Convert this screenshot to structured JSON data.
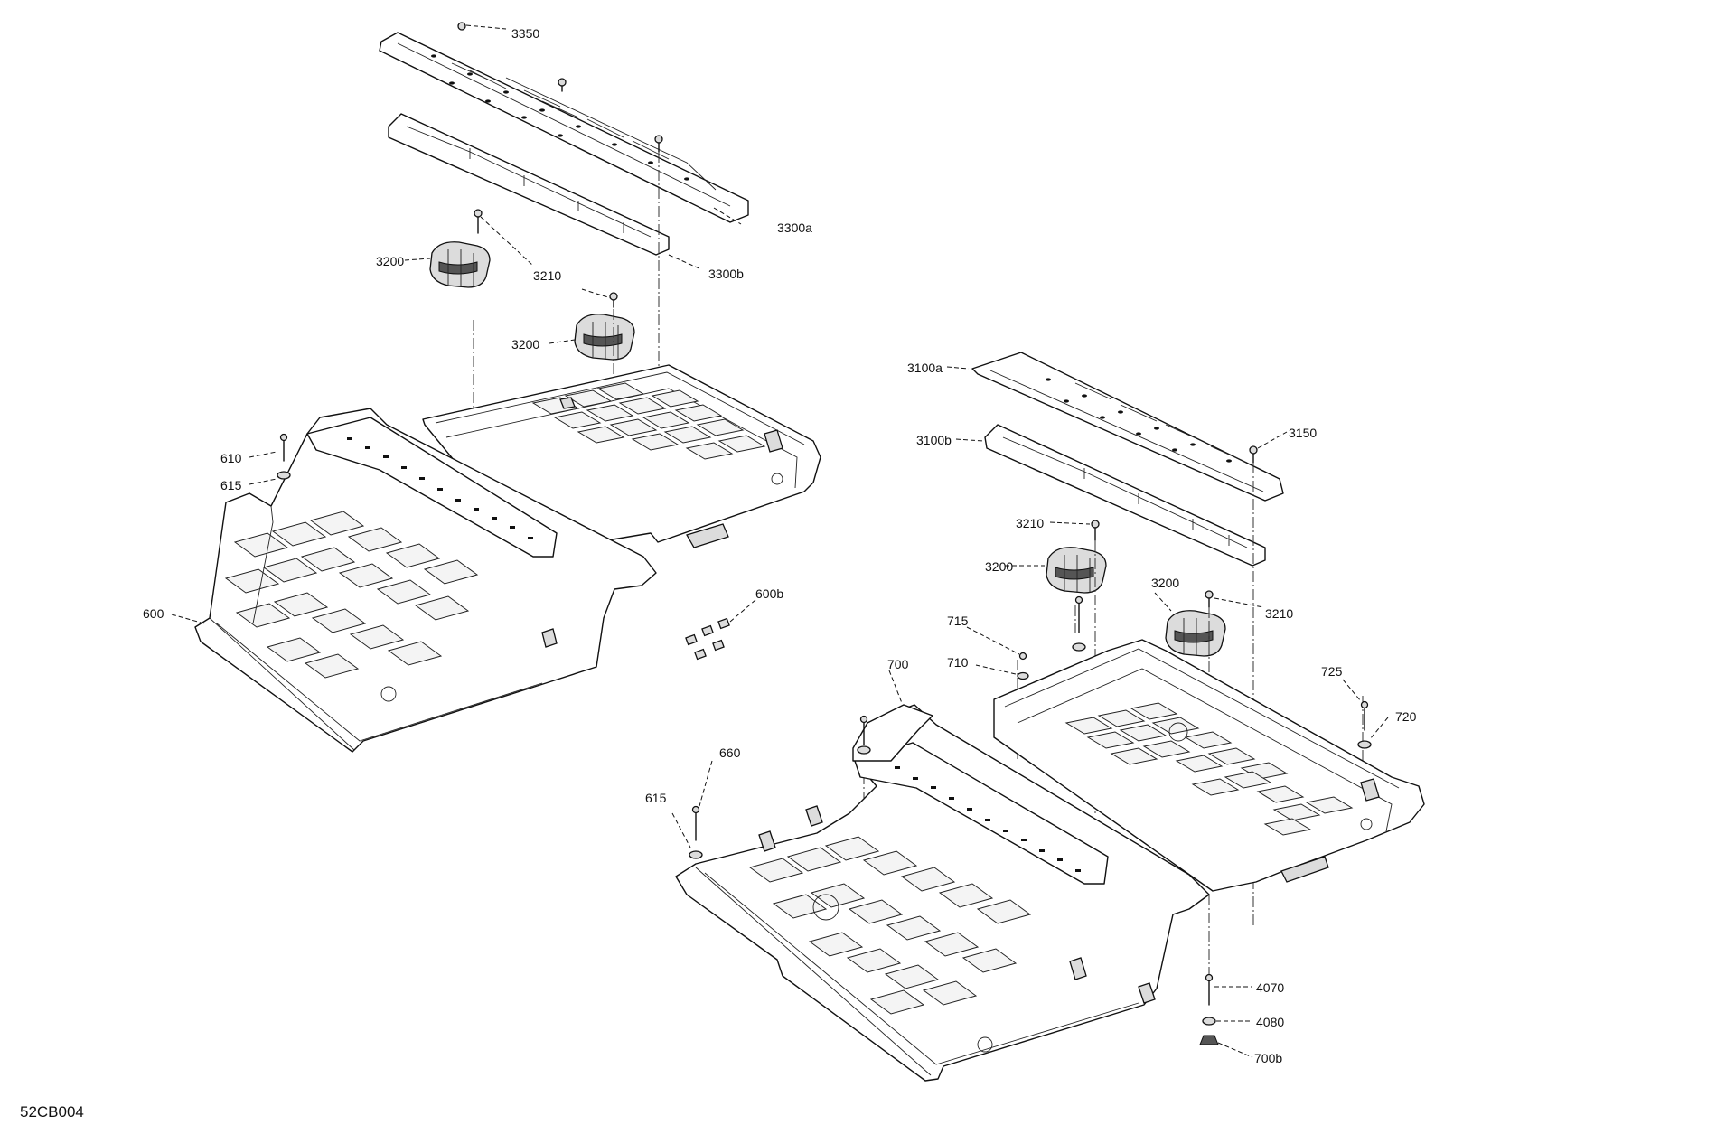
{
  "diagram": {
    "reference": "52CB004",
    "callouts": {
      "c3350": "3350",
      "c3300a": "3300a",
      "c3300b": "3300b",
      "c3210_top": "3210",
      "c3200_a": "3200",
      "c3200_b": "3200",
      "c610": "610",
      "c615_left": "615",
      "c600": "600",
      "c600b": "600b",
      "c3100a": "3100a",
      "c3100b": "3100b",
      "c3150": "3150",
      "c3210_mid": "3210",
      "c3200_c": "3200",
      "c3200_d": "3200",
      "c3210_right": "3210",
      "c715": "715",
      "c710": "710",
      "c700": "700",
      "c725": "725",
      "c720": "720",
      "c660": "660",
      "c615_right": "615",
      "c4070": "4070",
      "c4080": "4080",
      "c700b": "700b"
    }
  }
}
